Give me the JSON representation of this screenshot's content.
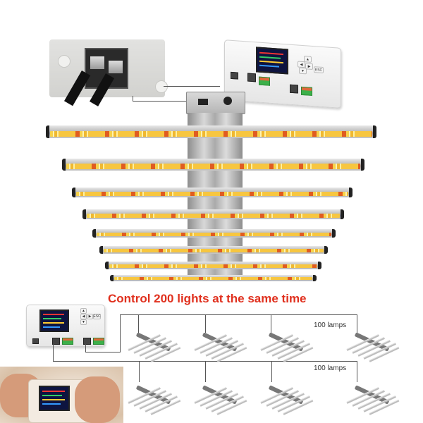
{
  "headline": {
    "text": "Control 200 lights at the same time",
    "color": "#e0301e"
  },
  "groups": [
    {
      "label": "100 lamps",
      "fixture_count": 4
    },
    {
      "label": "100 lamps",
      "fixture_count": 4
    }
  ],
  "top_inset": {
    "description": "Dual RJ45 ports on fixture driver",
    "icon": "rj45-port-icon"
  },
  "controller": {
    "description": "LED grow light controller with color LCD",
    "buttons": [
      "▲",
      "◀",
      "▶",
      "▼",
      "ESC"
    ],
    "ports": [
      "power",
      "rj45-in",
      "terminal",
      "rj45-out",
      "terminal"
    ]
  },
  "fixture": {
    "bar_count": 8,
    "led_colors": [
      "#f7d24a",
      "#fff3b0",
      "#e05c20"
    ]
  },
  "bottom_photo": {
    "description": "Handheld controller shown in hands"
  }
}
